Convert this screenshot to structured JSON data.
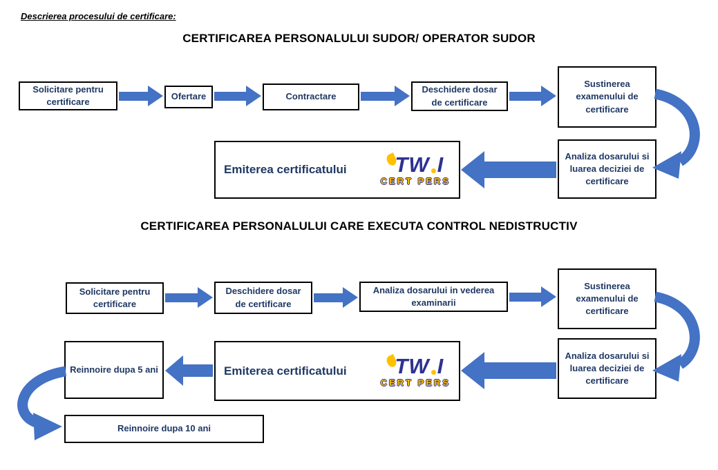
{
  "page": {
    "heading": "Descrierea procesului de certificare:"
  },
  "colors": {
    "arrow_blue": "#4472C4",
    "box_text": "#1F3864",
    "box_border": "#000000",
    "logo_blue": "#2E3192",
    "logo_yellow": "#FFC000"
  },
  "logo": {
    "left": "TW",
    "right": "I",
    "sub": "CERT PERS"
  },
  "flow1": {
    "title": "CERTIFICAREA PERSONALULUI SUDOR/ OPERATOR SUDOR",
    "steps": [
      {
        "label": "Solicitare pentru certificare"
      },
      {
        "label": "Ofertare"
      },
      {
        "label": "Contractare"
      },
      {
        "label": "Deschidere dosar de certificare"
      },
      {
        "label": "Sustinerea examenului de certificare"
      },
      {
        "label": "Analiza dosarului si luarea deciziei de certificare"
      },
      {
        "label": "Emiterea certificatului"
      }
    ]
  },
  "flow2": {
    "title": "CERTIFICAREA PERSONALULUI CARE EXECUTA CONTROL NEDISTRUCTIV",
    "steps": [
      {
        "label": "Solicitare pentru certificare"
      },
      {
        "label": "Deschidere dosar de certificare"
      },
      {
        "label": "Analiza dosarului in vederea examinarii"
      },
      {
        "label": "Sustinerea examenului de certificare"
      },
      {
        "label": "Analiza dosarului si luarea deciziei de certificare"
      },
      {
        "label": "Emiterea certificatului"
      },
      {
        "label": "Reinnoire dupa 5 ani"
      },
      {
        "label": "Reinnoire dupa 10 ani"
      }
    ]
  }
}
